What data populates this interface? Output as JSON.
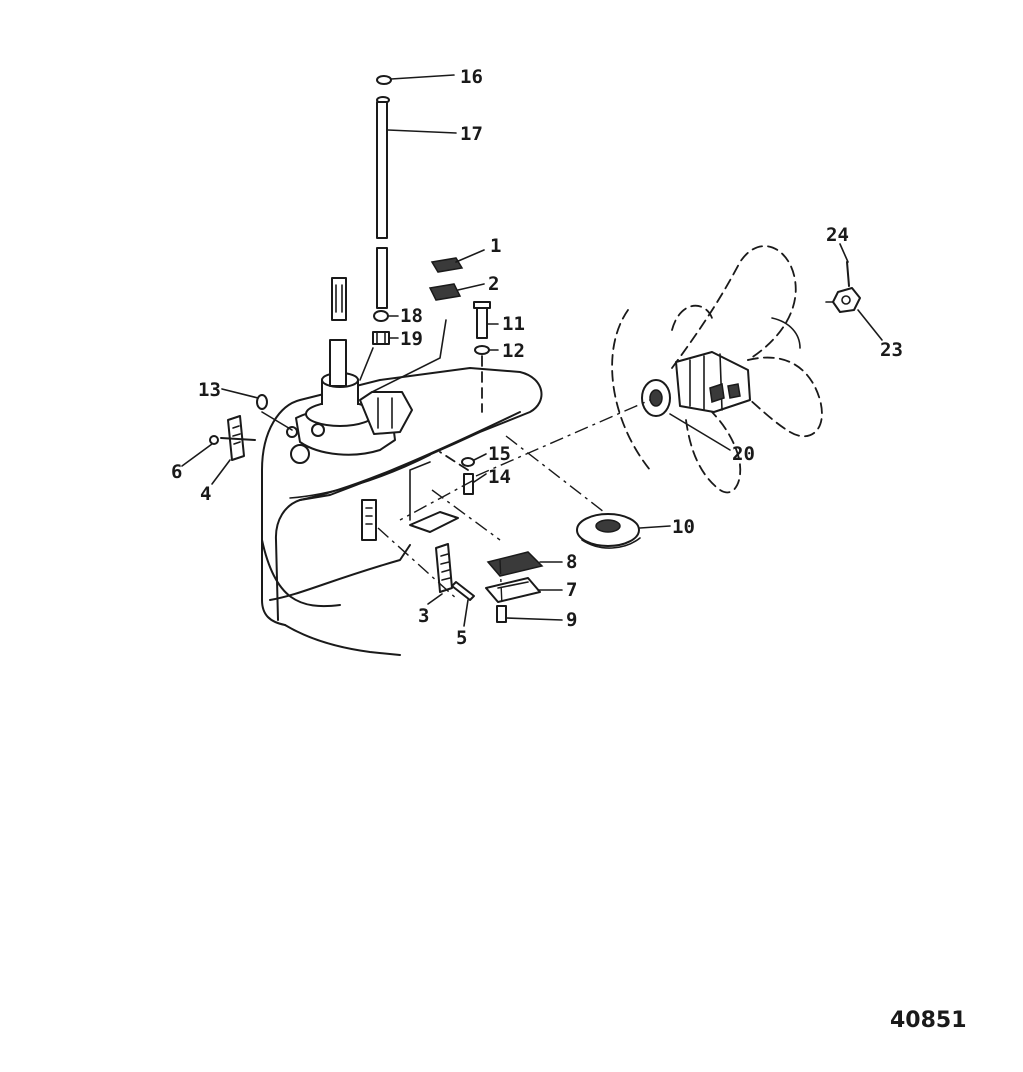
{
  "callouts": {
    "c1": "1",
    "c2": "2",
    "c3": "3",
    "c4": "4",
    "c5": "5",
    "c6": "6",
    "c7": "7",
    "c8": "8",
    "c9": "9",
    "c10": "10",
    "c11": "11",
    "c12": "12",
    "c13": "13",
    "c14": "14",
    "c15": "15",
    "c16": "16",
    "c17": "17",
    "c18": "18",
    "c19": "19",
    "c20": "20",
    "c23": "23",
    "c24": "24"
  },
  "figure_number": "40851"
}
